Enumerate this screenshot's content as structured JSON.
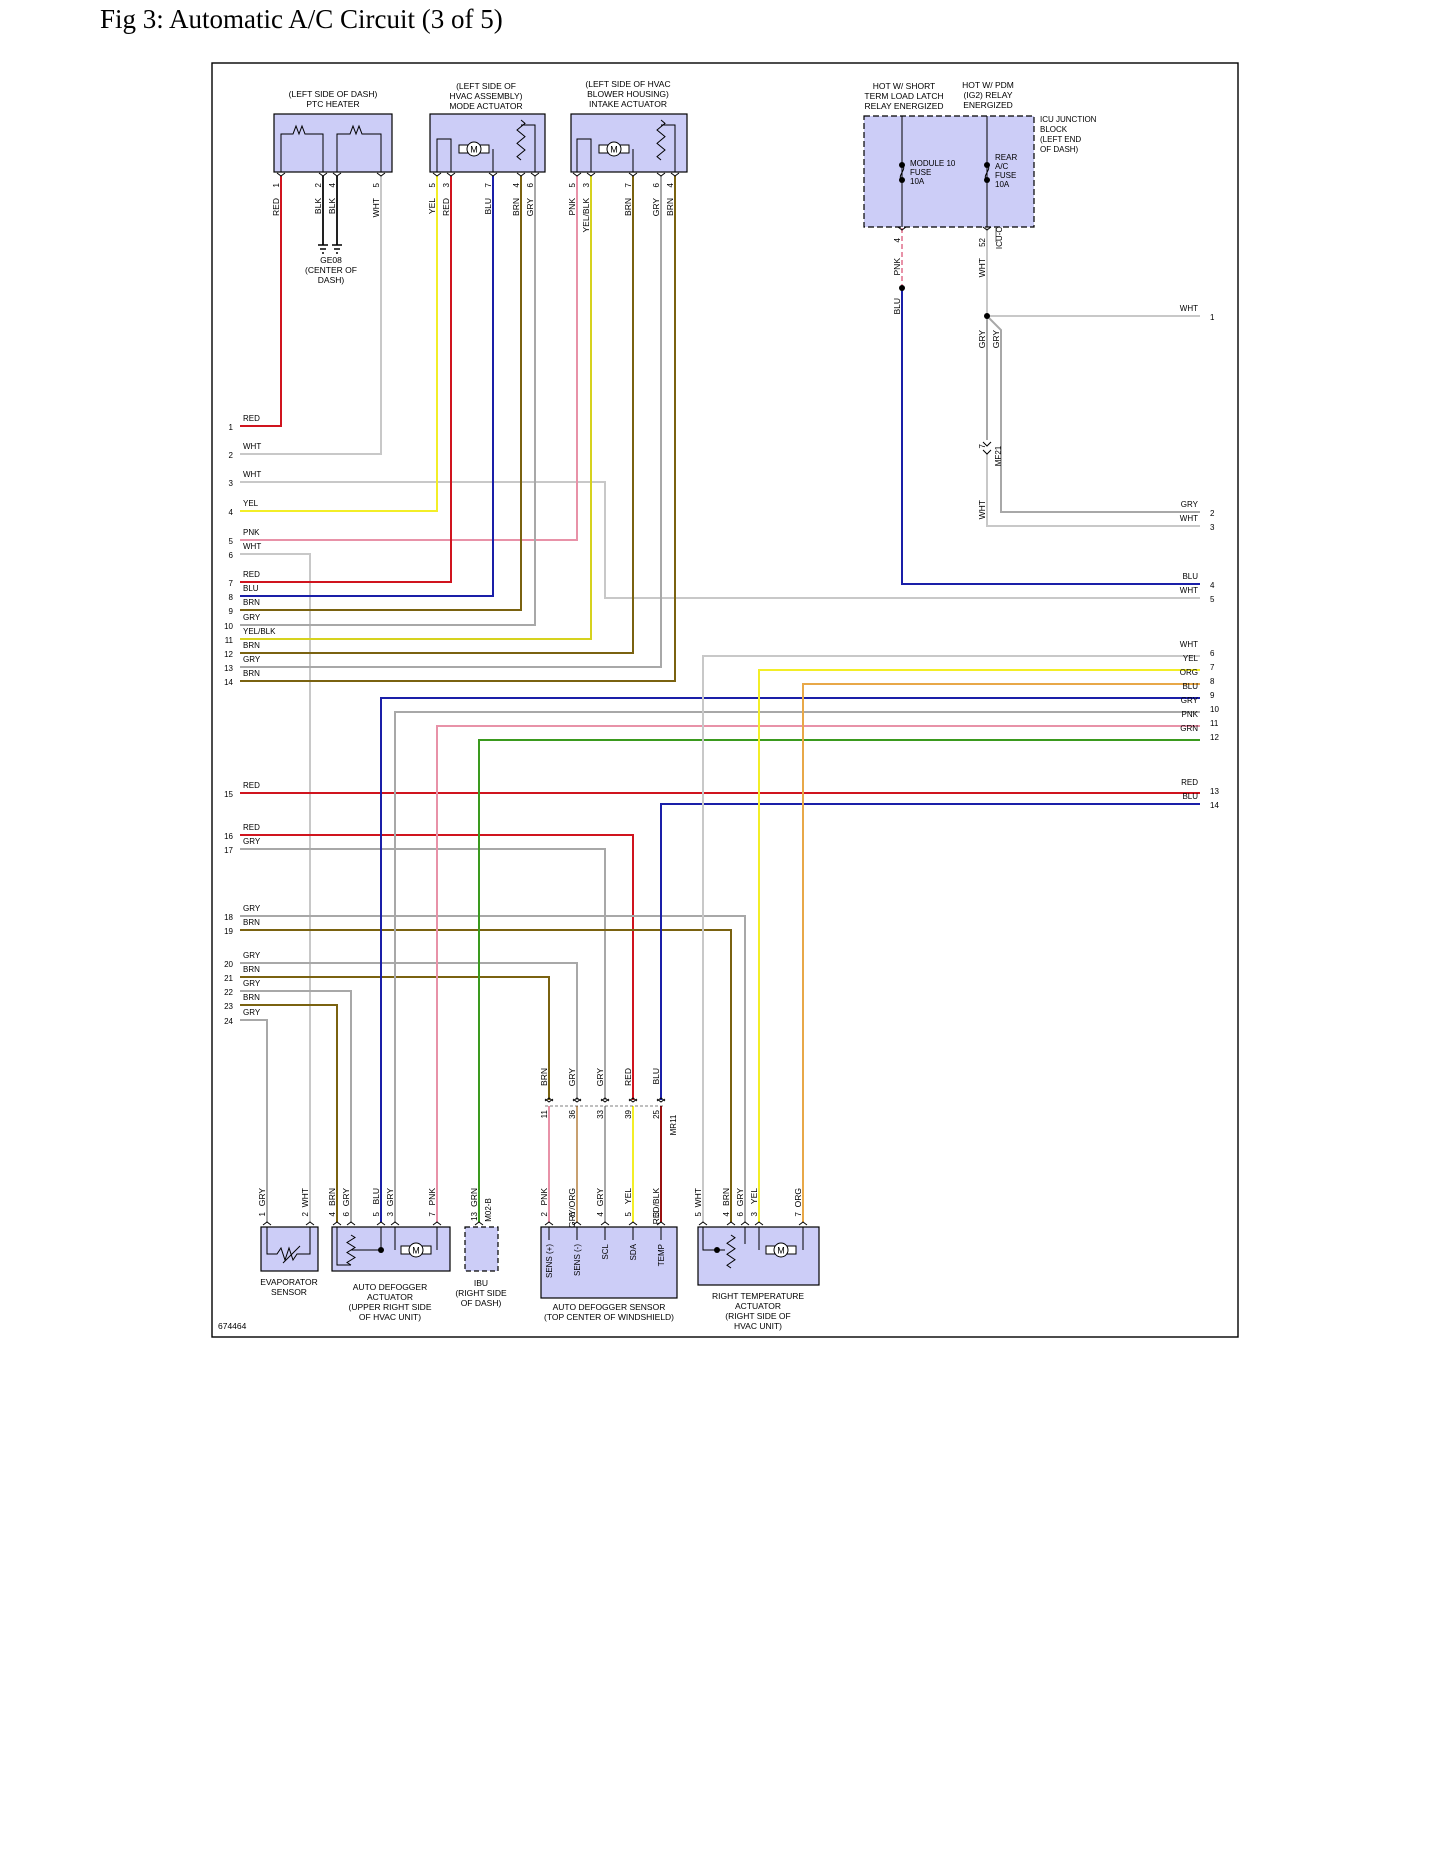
{
  "page": {
    "title": "Fig 3: Automatic A/C Circuit (3 of 5)"
  },
  "figure_id": "674464",
  "components": {
    "ptc_heater": {
      "lines": [
        "(LEFT SIDE OF DASH)",
        "PTC HEATER"
      ]
    },
    "mode_actuator": {
      "lines": [
        "(LEFT SIDE OF",
        "HVAC ASSEMBLY)",
        "MODE ACTUATOR"
      ]
    },
    "intake_actuator": {
      "lines": [
        "(LEFT SIDE OF HVAC",
        "BLOWER HOUSING)",
        "INTAKE ACTUATOR"
      ]
    },
    "hot_short_term": {
      "lines": [
        "HOT W/ SHORT",
        "TERM LOAD LATCH",
        "RELAY ENERGIZED"
      ]
    },
    "hot_pdm": {
      "lines": [
        "HOT W/ PDM",
        "(IG2) RELAY",
        "ENERGIZED"
      ]
    },
    "icu_block": {
      "lines": [
        "ICU JUNCTION",
        "BLOCK",
        "(LEFT END",
        "OF DASH)"
      ]
    },
    "module_fuse": {
      "lines": [
        "MODULE 10",
        "FUSE",
        "10A"
      ]
    },
    "rear_ac_fuse": {
      "lines": [
        "REAR",
        "A/C",
        "FUSE",
        "10A"
      ]
    },
    "ground": {
      "lines": [
        "GE08",
        "(CENTER OF",
        "DASH)"
      ]
    },
    "evaporator_sensor": {
      "lines": [
        "EVAPORATOR",
        "SENSOR"
      ]
    },
    "defogger_actuator": {
      "lines": [
        "AUTO DEFOGGER",
        "ACTUATOR",
        "(UPPER RIGHT SIDE",
        "OF HVAC UNIT)"
      ]
    },
    "ibu": {
      "lines": [
        "IBU",
        "(RIGHT SIDE",
        "OF DASH)"
      ]
    },
    "defogger_sensor": {
      "lines": [
        "AUTO DEFOGGER SENSOR",
        "(TOP CENTER OF WINDSHIELD)"
      ]
    },
    "right_temp_actuator": {
      "lines": [
        "RIGHT TEMPERATURE",
        "ACTUATOR",
        "(RIGHT SIDE OF",
        "HVAC UNIT)"
      ]
    }
  },
  "connectors": {
    "icu": "ICU-C",
    "mf21": "MF21",
    "mr11": "MR11",
    "m02b": "M02-B",
    "motor": "M"
  },
  "sensor_pins": [
    "SENS (+)",
    "SENS (-)",
    "SCL",
    "SDA",
    "TEMP"
  ],
  "left_wires": [
    {
      "n": "1",
      "c": "RED"
    },
    {
      "n": "2",
      "c": "WHT"
    },
    {
      "n": "3",
      "c": "WHT"
    },
    {
      "n": "4",
      "c": "YEL"
    },
    {
      "n": "5",
      "c": "PNK"
    },
    {
      "n": "6",
      "c": "WHT"
    },
    {
      "n": "7",
      "c": "RED"
    },
    {
      "n": "8",
      "c": "BLU"
    },
    {
      "n": "9",
      "c": "BRN"
    },
    {
      "n": "10",
      "c": "GRY"
    },
    {
      "n": "11",
      "c": "YEL/BLK"
    },
    {
      "n": "12",
      "c": "BRN"
    },
    {
      "n": "13",
      "c": "GRY"
    },
    {
      "n": "14",
      "c": "BRN"
    },
    {
      "n": "15",
      "c": "RED"
    },
    {
      "n": "16",
      "c": "RED"
    },
    {
      "n": "17",
      "c": "GRY"
    },
    {
      "n": "18",
      "c": "GRY"
    },
    {
      "n": "19",
      "c": "BRN"
    },
    {
      "n": "20",
      "c": "GRY"
    },
    {
      "n": "21",
      "c": "BRN"
    },
    {
      "n": "22",
      "c": "GRY"
    },
    {
      "n": "23",
      "c": "BRN"
    },
    {
      "n": "24",
      "c": "GRY"
    }
  ],
  "right_wires": [
    {
      "n": "1",
      "c": "WHT"
    },
    {
      "n": "2",
      "c": "GRY"
    },
    {
      "n": "3",
      "c": "WHT"
    },
    {
      "n": "4",
      "c": "BLU"
    },
    {
      "n": "5",
      "c": "WHT"
    },
    {
      "n": "6",
      "c": "WHT"
    },
    {
      "n": "7",
      "c": "YEL"
    },
    {
      "n": "8",
      "c": "ORG"
    },
    {
      "n": "9",
      "c": "BLU"
    },
    {
      "n": "10",
      "c": "GRY"
    },
    {
      "n": "11",
      "c": "PNK"
    },
    {
      "n": "12",
      "c": "GRN"
    },
    {
      "n": "13",
      "c": "RED"
    },
    {
      "n": "14",
      "c": "BLU"
    }
  ],
  "top_pins": {
    "ptc": [
      {
        "p": "1",
        "c": "RED"
      },
      {
        "p": "2",
        "c": "BLK"
      },
      {
        "p": "4",
        "c": "BLK"
      },
      {
        "p": "5",
        "c": "WHT"
      }
    ],
    "mode": [
      {
        "p": "5",
        "c": "YEL"
      },
      {
        "p": "3",
        "c": "RED"
      },
      {
        "p": "7",
        "c": "BLU"
      },
      {
        "p": "4",
        "c": "BRN"
      },
      {
        "p": "6",
        "c": "GRY"
      }
    ],
    "intake": [
      {
        "p": "5",
        "c": "PNK"
      },
      {
        "p": "3",
        "c": "YEL/BLK"
      },
      {
        "p": "7",
        "c": "BRN"
      },
      {
        "p": "6",
        "c": "GRY"
      },
      {
        "p": "4",
        "c": "BRN"
      }
    ],
    "icu": [
      {
        "p": "4",
        "c": "PNK"
      },
      {
        "p": "52",
        "c": "WHT"
      }
    ],
    "mf21": [
      {
        "p": "7",
        "c": "WHT"
      }
    ],
    "icu_side": [
      {
        "c": "BLU"
      },
      {
        "c": "GRY"
      },
      {
        "c": "GRY"
      }
    ]
  },
  "mr11_pins": [
    {
      "p": "11",
      "c": "BRN"
    },
    {
      "p": "36",
      "c": "GRY"
    },
    {
      "p": "33",
      "c": "GRY"
    },
    {
      "p": "39",
      "c": "RED"
    },
    {
      "p": "25",
      "c": "BLU"
    }
  ],
  "bottom_pins": {
    "evap": [
      {
        "p": "1",
        "c": "GRY"
      },
      {
        "p": "2",
        "c": "WHT"
      }
    ],
    "defog_act": [
      {
        "p": "4",
        "c": "BRN"
      },
      {
        "p": "6",
        "c": "GRY"
      },
      {
        "p": "5",
        "c": "BLU"
      },
      {
        "p": "3",
        "c": "GRY"
      },
      {
        "p": "7",
        "c": "PNK"
      }
    ],
    "ibu": [
      {
        "p": "13",
        "c": "GRN"
      }
    ],
    "defog_sens": [
      {
        "p": "2",
        "c": "PNK"
      },
      {
        "p": "6",
        "c": "GRY/ORG"
      },
      {
        "p": "4",
        "c": "GRY"
      },
      {
        "p": "5",
        "c": "YEL"
      },
      {
        "p": "3",
        "c": "RED/BLK"
      }
    ],
    "rta": [
      {
        "p": "5",
        "c": "WHT"
      },
      {
        "p": "4",
        "c": "BRN"
      },
      {
        "p": "6",
        "c": "GRY"
      },
      {
        "p": "3",
        "c": "YEL"
      },
      {
        "p": "7",
        "c": "ORG"
      }
    ]
  },
  "wire_colors": {
    "RED": "#d0141e",
    "WHT": "#c8c8c8",
    "YEL": "#f3ee27",
    "PNK": "#e892a8",
    "BLU": "#1a1fa8",
    "BRN": "#7a6210",
    "GRY": "#a8a8a8",
    "YEL/BLK": "#d6d21e",
    "GRN": "#3a9a1e",
    "ORG": "#e8a848",
    "BLK": "#222222",
    "GRY/ORG": "#c8a070",
    "RED/BLK": "#9a1010"
  },
  "component_fill": "#cccdf7"
}
